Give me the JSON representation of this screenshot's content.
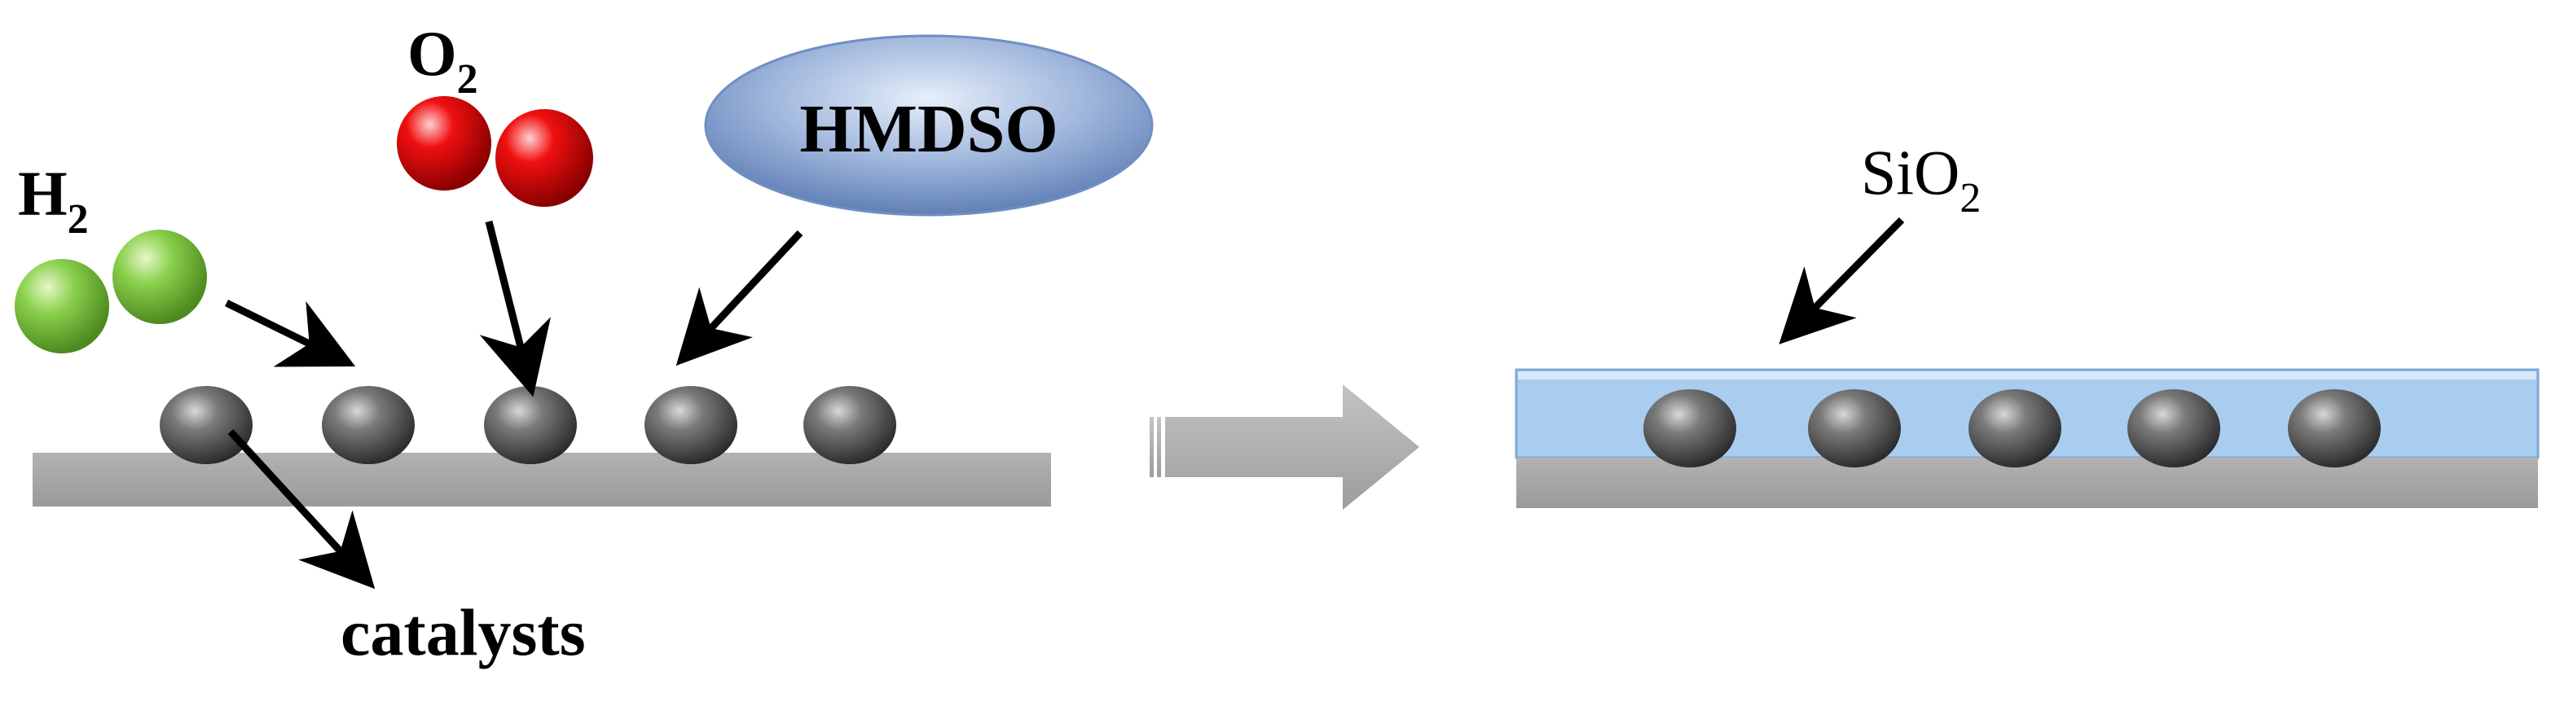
{
  "labels": {
    "h2": {
      "base": "H",
      "sub": "2"
    },
    "o2": {
      "base": "O",
      "sub": "2"
    },
    "hmdso": "HMDSO",
    "sio2": {
      "base": "SiO",
      "sub": "2"
    },
    "catalysts": "catalysts"
  },
  "colors": {
    "substrate": "#a9a6a7",
    "catalyst": "#4a4a4a",
    "h2_atom": "#7fc94a",
    "o2_atom": "#e00000",
    "hmdso_fill": "#8fa8d2",
    "sio2_layer": "#a9cdef",
    "process_arrow": "#b0aeaf"
  },
  "left_panel": {
    "catalyst_count": 5
  },
  "right_panel": {
    "catalyst_count": 5
  }
}
